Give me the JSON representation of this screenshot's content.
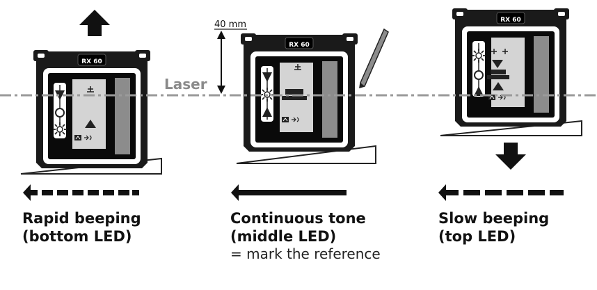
{
  "laser_label": "Laser",
  "distance_label": "40 mm",
  "device_label": "RX 60",
  "panels": [
    {
      "id": "left",
      "title_line1": "Rapid beeping",
      "title_line2": "(bottom LED)",
      "note": ""
    },
    {
      "id": "middle",
      "title_line1": "Continuous tone",
      "title_line2": "(middle LED)",
      "note": "= mark the reference"
    },
    {
      "id": "right",
      "title_line1": "Slow beeping",
      "title_line2": "(top LED)",
      "note": ""
    }
  ],
  "colors": {
    "laser_line": "#9a9a9a",
    "laser_text": "#8a8a8a",
    "device_body": "#111111",
    "sensor_strip": "#8c8c8c",
    "display": "#d4d4d4"
  }
}
